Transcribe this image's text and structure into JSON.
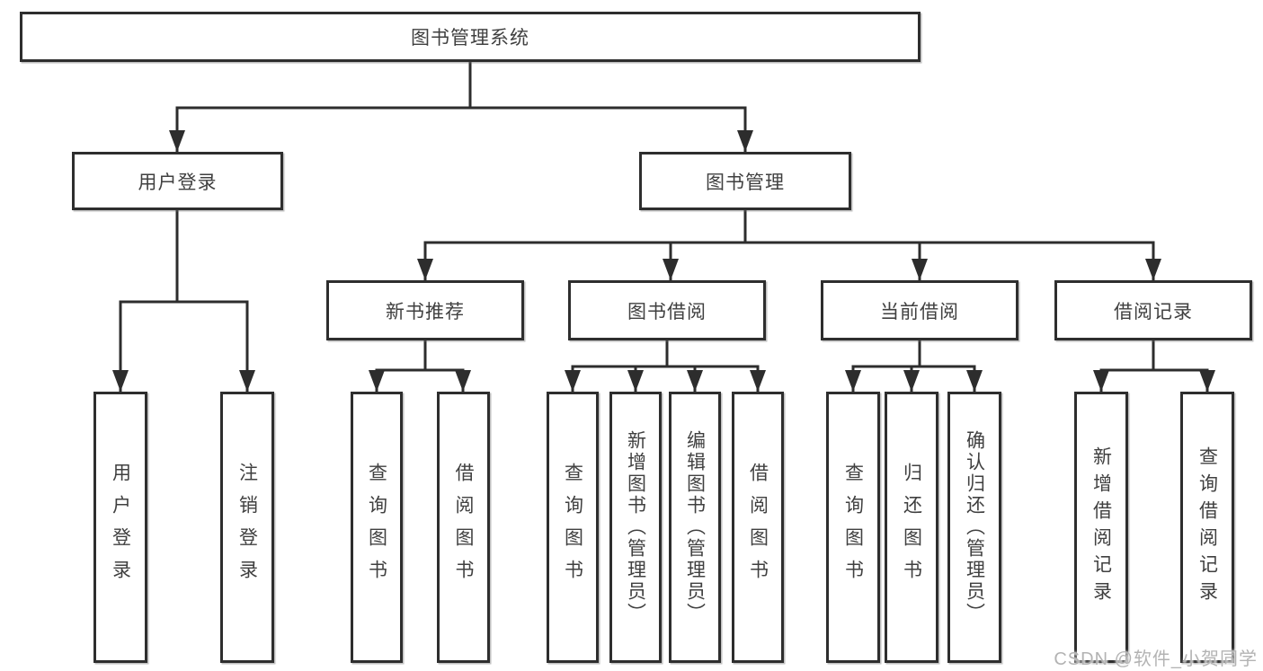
{
  "diagram": {
    "root": {
      "label": "图书管理系统"
    },
    "level2": [
      {
        "id": "user-login",
        "label": "用户登录"
      },
      {
        "id": "book-management",
        "label": "图书管理"
      }
    ],
    "level3": [
      {
        "id": "new-book-recommendation",
        "label": "新书推荐"
      },
      {
        "id": "book-borrowing",
        "label": "图书借阅"
      },
      {
        "id": "current-borrowing",
        "label": "当前借阅"
      },
      {
        "id": "borrowing-records",
        "label": "借阅记录"
      }
    ],
    "leaves": [
      {
        "id": "user-login",
        "label": "用户登录"
      },
      {
        "id": "logout",
        "label": "注销登录"
      },
      {
        "id": "query-books-recommend",
        "label": "查询图书"
      },
      {
        "id": "borrow-books-recommend",
        "label": "借阅图书"
      },
      {
        "id": "query-books-borrowing",
        "label": "查询图书"
      },
      {
        "id": "add-books-admin",
        "label": "新增图书（管理员）"
      },
      {
        "id": "edit-books-admin",
        "label": "编辑图书（管理员）"
      },
      {
        "id": "borrow-books-borrowing",
        "label": "借阅图书"
      },
      {
        "id": "query-books-current",
        "label": "查询图书"
      },
      {
        "id": "return-books",
        "label": "归还图书"
      },
      {
        "id": "confirm-return-admin",
        "label": "确认归还（管理员）"
      },
      {
        "id": "add-borrowing-record",
        "label": "新增借阅记录"
      },
      {
        "id": "query-borrowing-record",
        "label": "查询借阅记录"
      }
    ]
  },
  "watermark": {
    "text": "CSDN @软件_小贺同学"
  },
  "colors": {
    "line": "#2d2d2d",
    "border": "#2e2e2e",
    "text": "#404040",
    "watermark": "#b3b3b3",
    "background": "#ffffff"
  }
}
